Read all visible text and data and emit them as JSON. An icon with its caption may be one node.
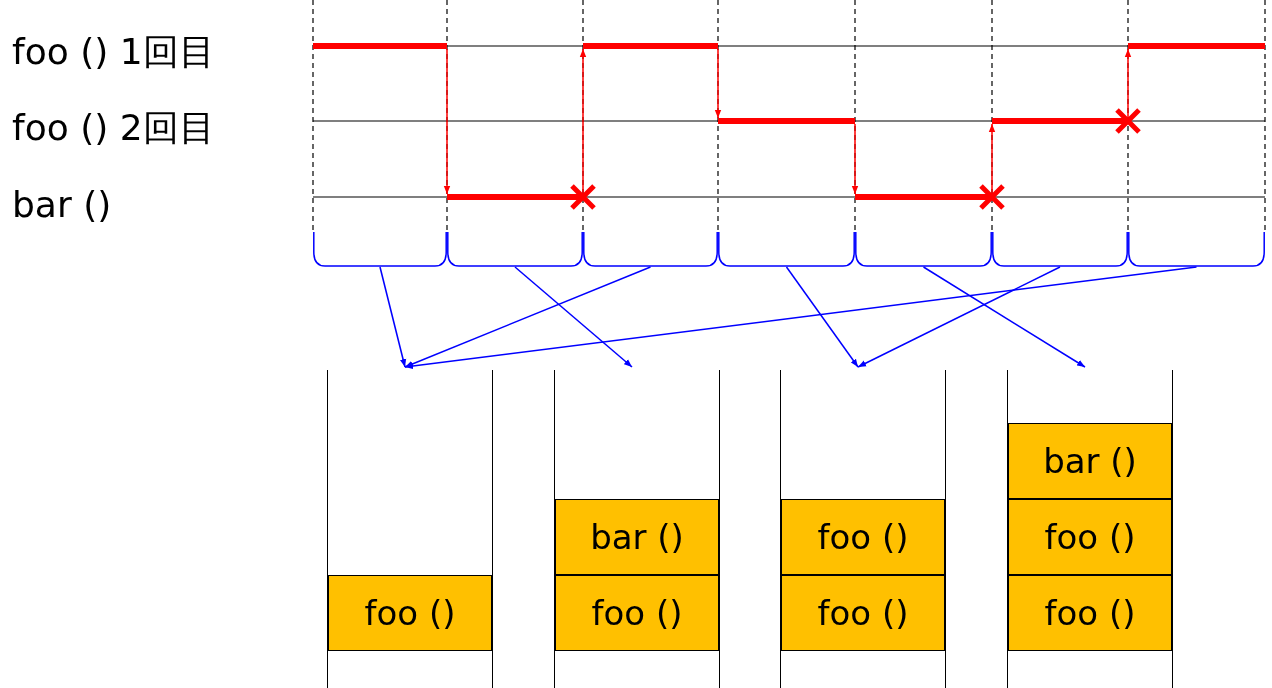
{
  "diagram": {
    "nodes": [
      {
        "text": [],
        "shape": "bar"
      },
      {
        "text": [],
        "shape": "bar"
      },
      {
        "text": [],
        "shape": "bar"
      },
      {
        "text": [],
        "shape": "bar"
      },
      {
        "text": [],
        "shape": "bar"
      },
      {
        "text": [],
        "shape": "bar"
      },
      {
        "text": [],
        "shape": "bar"
      },
      {
        "text": [],
        "shape": "bracket"
      },
      {
        "text": [],
        "shape": "bracket"
      },
      {
        "text": [],
        "shape": "bracket"
      },
      {
        "text": [],
        "shape": "bracket"
      },
      {
        "text": [],
        "shape": "bracket"
      },
      {
        "text": [],
        "shape": "bracket"
      },
      {
        "text": [],
        "shape": "bracket"
      },
      {
        "text": [],
        "shape": "box"
      },
      {
        "text": [],
        "shape": "box"
      },
      {
        "text": [],
        "shape": "box"
      },
      {
        "text": [],
        "shape": "box"
      },
      {
        "text": [
          "foo ()"
        ],
        "in": 14
      },
      {
        "text": [
          "bar ()"
        ],
        "in": 15
      },
      {
        "text": [
          "foo ()"
        ],
        "in": 15
      },
      {
        "text": [
          "foo ()"
        ],
        "in": 16
      },
      {
        "text": [
          "foo ()"
        ],
        "in": 16
      },
      {
        "text": [
          "bar ()"
        ],
        "in": 17
      },
      {
        "text": [
          "foo ()"
        ],
        "in": 17
      },
      {
        "text": [
          "foo ()"
        ],
        "in": 17
      }
    ],
    "edges": [
      {
        "from": 0,
        "to": 1,
        "arrow": "to",
        "color": "#ff0000"
      },
      {
        "from": 1,
        "to": 2,
        "arrow": "to",
        "color": "#ff0000"
      },
      {
        "from": 2,
        "to": 3,
        "arrow": "to",
        "color": "#ff0000"
      },
      {
        "from": 3,
        "to": 4,
        "arrow": "to",
        "color": "#ff0000"
      },
      {
        "from": 4,
        "to": 5,
        "arrow": "to",
        "color": "#ff0000"
      },
      {
        "from": 5,
        "to": 6,
        "arrow": "to",
        "color": "#ff0000"
      },
      {
        "from": 7,
        "to": 14,
        "arrow": "to",
        "color": "#0000ff"
      },
      {
        "from": 8,
        "to": 15,
        "arrow": "to",
        "color": "#0000ff"
      },
      {
        "from": 9,
        "to": 14,
        "arrow": "to",
        "color": "#0000ff"
      },
      {
        "from": 10,
        "to": 16,
        "arrow": "to",
        "color": "#0000ff"
      },
      {
        "from": 11,
        "to": 17,
        "arrow": "to",
        "color": "#0000ff"
      },
      {
        "from": 12,
        "to": 16,
        "arrow": "to",
        "color": "#0000ff"
      },
      {
        "from": 13,
        "to": 14,
        "arrow": "to",
        "color": "#0000ff"
      }
    ],
    "labels": [
      "foo () 1回目",
      "foo () 2回目",
      "bar ()"
    ]
  }
}
